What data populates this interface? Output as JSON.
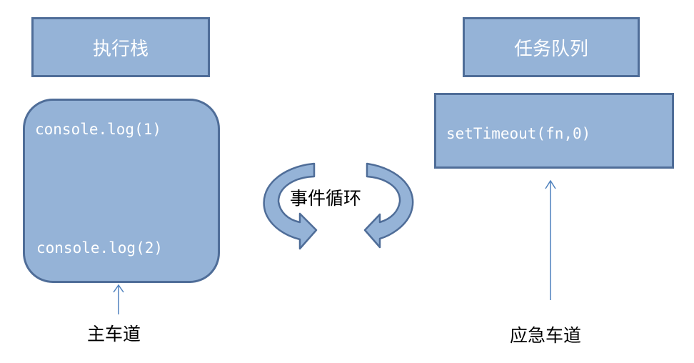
{
  "execution_stack": {
    "title": "执行栈",
    "lines": [
      "console.log(1)",
      "console.log(2)"
    ]
  },
  "task_queue": {
    "title": "任务队列",
    "lines": [
      "setTimeout(fn,0)"
    ]
  },
  "event_loop": {
    "label": "事件循环"
  },
  "lanes": {
    "main": "主车道",
    "emergency": "应急车道"
  },
  "colors": {
    "box_fill": "#95b3d7",
    "box_border": "#4f6d98",
    "arrow_line": "#4f81bd",
    "text_light": "#ffffff",
    "text_dark": "#000000"
  }
}
